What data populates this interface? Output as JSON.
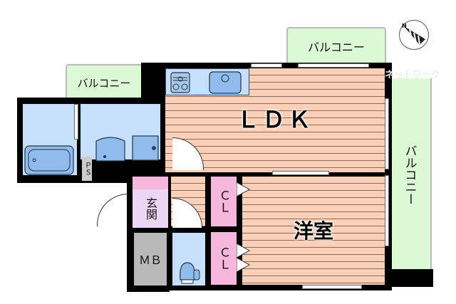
{
  "floorplan": {
    "rooms": {
      "ldk": "ＬＤＫ",
      "western_room": "洋室",
      "entrance": "玄関",
      "closet_upper": "ＣＬ",
      "closet_lower": "ＣＬ",
      "meter_box": "ＭＢ",
      "pipe_space": "ＰＳ"
    },
    "balconies": {
      "top": "バルコニー",
      "left": "バルコニー",
      "right": "バルコニー"
    },
    "watermark": "ネットワーク",
    "compass": {
      "label": "N",
      "icon": "north-arrow-icon"
    },
    "fixtures": [
      "stove-icon",
      "kitchen-sink-icon",
      "bathtub-icon",
      "washbasin-icon",
      "washing-machine-icon",
      "toilet-icon"
    ],
    "colors": {
      "wall": "#000000",
      "balcony": "#dcf9d6",
      "floor": "#fbd0b8",
      "wet_area": "#c6e0fb",
      "closet": "#f7b7dc",
      "entrance": "#ecd6f6",
      "meter_box": "#b9b9b9"
    }
  }
}
